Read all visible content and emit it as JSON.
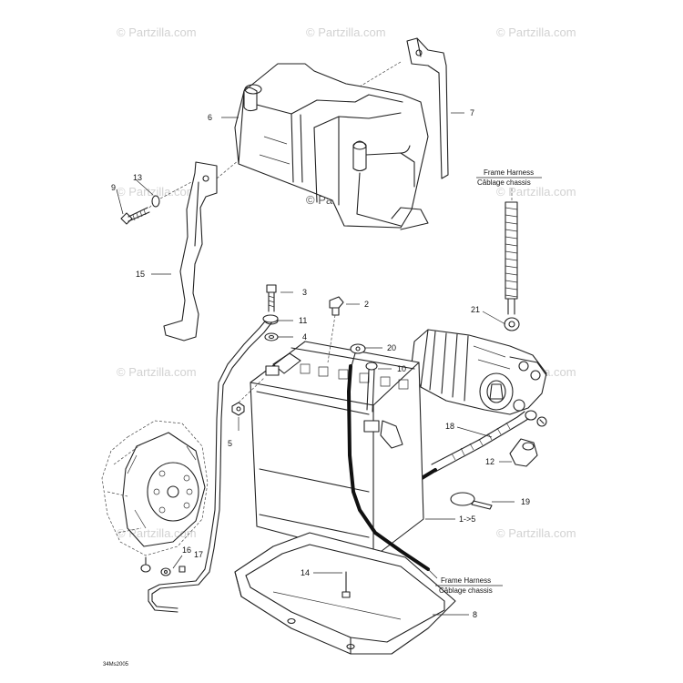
{
  "watermark": {
    "text": "© Partzilla.com"
  },
  "diagram_code": "34Ms2005",
  "part_numbers": {
    "p1_5": "1->5",
    "p2": "2",
    "p3": "3",
    "p4": "4",
    "p5": "5",
    "p6": "6",
    "p7": "7",
    "p8": "8",
    "p9": "9",
    "p10": "10",
    "p11": "11",
    "p12": "12",
    "p13": "13",
    "p14": "14",
    "p15": "15",
    "p16": "16",
    "p17": "17",
    "p18": "18",
    "p19": "19",
    "p20": "20",
    "p21": "21"
  },
  "labels": {
    "frame_harness_top_en": "Frame Harness",
    "frame_harness_top_fr": "Câblage chassis",
    "frame_harness_bottom_en": "Frame Harness",
    "frame_harness_bottom_fr": "Câblage chassis"
  }
}
